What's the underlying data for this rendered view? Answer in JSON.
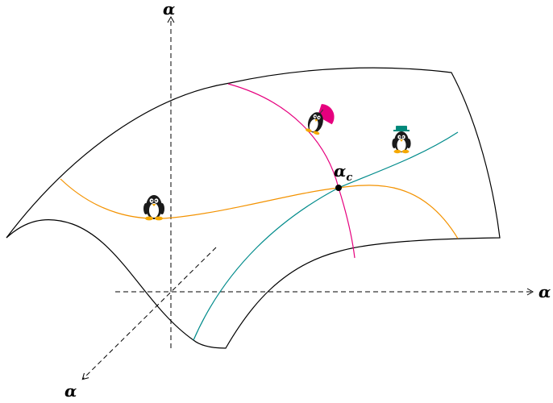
{
  "axes": {
    "vertical_label": "α",
    "horizontal_label": "α",
    "depth_label": "α"
  },
  "critical_point": {
    "symbol": "α",
    "subscript": "c"
  },
  "colors": {
    "orange_curve": "#f39200",
    "magenta_curve": "#e6007e",
    "teal_curve": "#008b8b",
    "umbrella": "#e6007e",
    "hat": "#00897b",
    "penguin_feet": "#f5a800"
  },
  "icons": [
    "penguin-plain-icon",
    "penguin-umbrella-icon",
    "penguin-hat-icon"
  ]
}
